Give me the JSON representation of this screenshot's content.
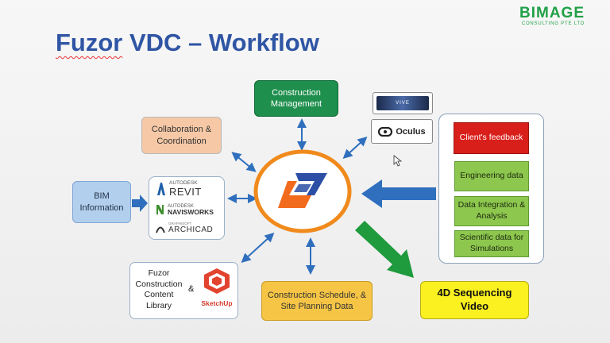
{
  "logo": {
    "name": "BIMAGE",
    "tagline": "CONSULTING PTE LTD"
  },
  "title": {
    "word1": "Fuzor",
    "rest": " VDC – Workflow"
  },
  "nodes": {
    "construction_management": "Construction Management",
    "collaboration": "Collaboration & Coordination",
    "bim_information": "BIM Information",
    "schedule": "Construction Schedule, & Site Planning Data",
    "sequencing": "4D Sequencing Video",
    "library": "Fuzor Construction Content Library",
    "ampersand": "&"
  },
  "software": {
    "revit_vendor": "AUTODESK",
    "revit_name": "REVIT",
    "navis_vendor": "AUTODESK",
    "navis_name": "NAVISWORKS",
    "archicad_vendor": "GRAPHISOFT",
    "archicad_name": "ARCHICAD"
  },
  "sketchup_label": "SketchUp",
  "vr": {
    "vive": "VIVE",
    "oculus": "Oculus"
  },
  "client_inputs": {
    "client_feedback": "Client's feedback",
    "engineering": "Engineering data",
    "data_integration": "Data Integration & Analysis",
    "scientific": "Scientific data for Simulations"
  },
  "colors": {
    "title": "#2f55a4",
    "logo": "#21a047",
    "arrow_blue": "#2f6fbe",
    "arrow_green": "#1f9a3c",
    "ring": "#f08a1c",
    "hub_blue": "#2c4fa5",
    "hub_orange": "#f26b1d"
  }
}
